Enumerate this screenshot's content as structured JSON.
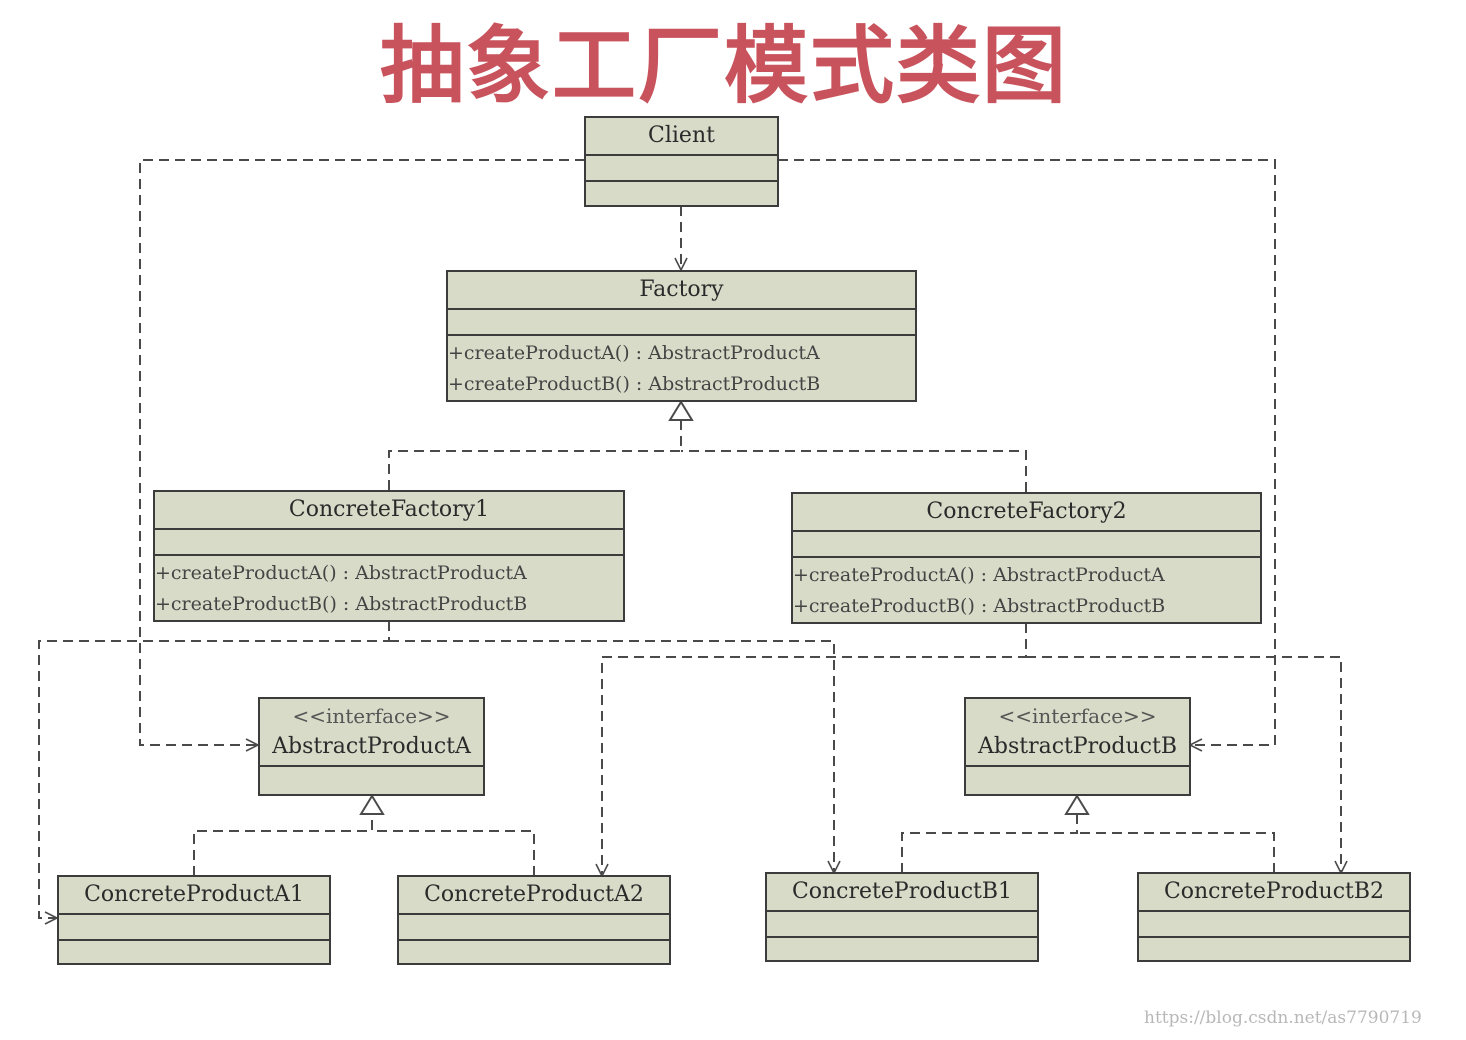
{
  "title": "抽象工厂模式类图",
  "watermark": "https://blog.csdn.net/as7790719",
  "classes": {
    "client": {
      "name": "Client"
    },
    "factory": {
      "name": "Factory",
      "ops": [
        "+createProductA() : AbstractProductA",
        "+createProductB() : AbstractProductB"
      ]
    },
    "concrete_factory1": {
      "name": "ConcreteFactory1",
      "ops": [
        "+createProductA() : AbstractProductA",
        "+createProductB() : AbstractProductB"
      ]
    },
    "concrete_factory2": {
      "name": "ConcreteFactory2",
      "ops": [
        "+createProductA() : AbstractProductA",
        "+createProductB() : AbstractProductB"
      ]
    },
    "abstract_product_a": {
      "stereotype": "<<interface>>",
      "name": "AbstractProductA"
    },
    "abstract_product_b": {
      "stereotype": "<<interface>>",
      "name": "AbstractProductB"
    },
    "concrete_product_a1": {
      "name": "ConcreteProductA1"
    },
    "concrete_product_a2": {
      "name": "ConcreteProductA2"
    },
    "concrete_product_b1": {
      "name": "ConcreteProductB1"
    },
    "concrete_product_b2": {
      "name": "ConcreteProductB2"
    }
  },
  "colors": {
    "box_fill": "#d9dbc9",
    "title": "#c9535c",
    "line": "#4a4a4a"
  }
}
